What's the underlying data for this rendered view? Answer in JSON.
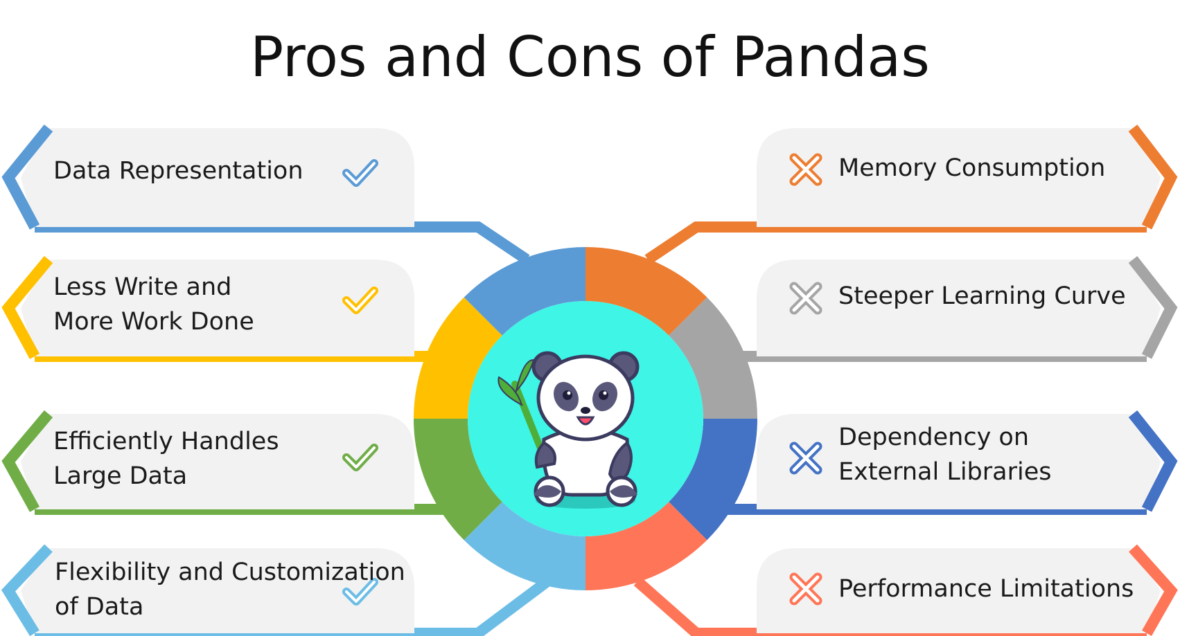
{
  "title": "Pros and Cons of Pandas",
  "pros": [
    {
      "lines": [
        "Data Representation"
      ],
      "color": "#5b9bd5",
      "icon": "check-icon"
    },
    {
      "lines": [
        "Less Write and",
        "More Work Done"
      ],
      "color": "#ffc000",
      "icon": "check-icon"
    },
    {
      "lines": [
        "Efficiently Handles",
        "Large Data"
      ],
      "color": "#70ad47",
      "icon": "check-icon"
    },
    {
      "lines": [
        "Flexibility and Customization",
        "of Data"
      ],
      "color": "#6cbde6",
      "icon": "check-icon"
    }
  ],
  "cons": [
    {
      "lines": [
        "Memory Consumption"
      ],
      "color": "#ed7d31",
      "icon": "cross-icon"
    },
    {
      "lines": [
        "Steeper Learning Curve"
      ],
      "color": "#a5a5a5",
      "icon": "cross-icon"
    },
    {
      "lines": [
        "Dependency on",
        "External Libraries"
      ],
      "color": "#4472c4",
      "icon": "cross-icon"
    },
    {
      "lines": [
        "Performance Limitations"
      ],
      "color": "#ff7557",
      "icon": "cross-icon"
    }
  ],
  "center": {
    "fill": "#3ef5e6",
    "icon": "panda-icon"
  }
}
